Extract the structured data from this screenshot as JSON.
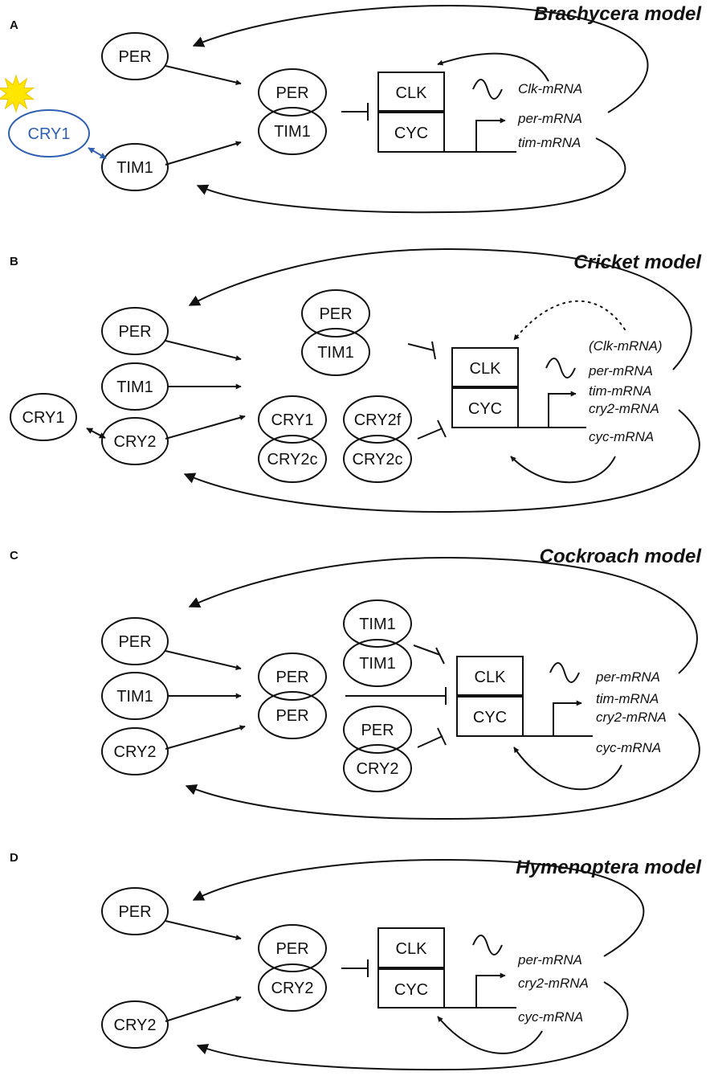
{
  "colors": {
    "line": "#111111",
    "cry1_light": "#2f5fb0",
    "sun": "#ffe600"
  },
  "icons": {
    "sun": "sun-icon",
    "oscillation": "sine-wave-icon"
  },
  "panels": [
    {
      "letter": "A",
      "title": "Brachycera model",
      "labels": {
        "per": "PER",
        "tim": "TIM1",
        "cry1": "CRY1",
        "complex_top": "PER",
        "complex_bottom": "TIM1",
        "clk": "CLK",
        "cyc": "CYC"
      },
      "mrna": [
        "Clk-mRNA",
        "per-mRNA",
        "tim-mRNA"
      ]
    },
    {
      "letter": "B",
      "title": "Cricket model",
      "labels": {
        "per": "PER",
        "tim": "TIM1",
        "cry1": "CRY1",
        "cry2": "CRY2",
        "c1_top": "PER",
        "c1_bottom": "TIM1",
        "c2_top": "CRY1",
        "c2_bottom": "CRY2c",
        "c3_top": "CRY2f",
        "c3_bottom": "CRY2c",
        "clk": "CLK",
        "cyc": "CYC"
      },
      "mrna": [
        "(Clk-mRNA)",
        "per-mRNA",
        "tim-mRNA",
        "cry2-mRNA",
        "cyc-mRNA"
      ]
    },
    {
      "letter": "C",
      "title": "Cockroach model",
      "labels": {
        "per": "PER",
        "tim": "TIM1",
        "cry2": "CRY2",
        "c1_top": "PER",
        "c1_bottom": "PER",
        "c2_top": "TIM1",
        "c2_bottom": "TIM1",
        "c3_top": "PER",
        "c3_bottom": "CRY2",
        "clk": "CLK",
        "cyc": "CYC"
      },
      "mrna": [
        "per-mRNA",
        "tim-mRNA",
        "cry2-mRNA",
        "cyc-mRNA"
      ]
    },
    {
      "letter": "D",
      "title": "Hymenoptera model",
      "labels": {
        "per": "PER",
        "cry2": "CRY2",
        "complex_top": "PER",
        "complex_bottom": "CRY2",
        "clk": "CLK",
        "cyc": "CYC"
      },
      "mrna": [
        "per-mRNA",
        "cry2-mRNA",
        "cyc-mRNA"
      ]
    }
  ]
}
